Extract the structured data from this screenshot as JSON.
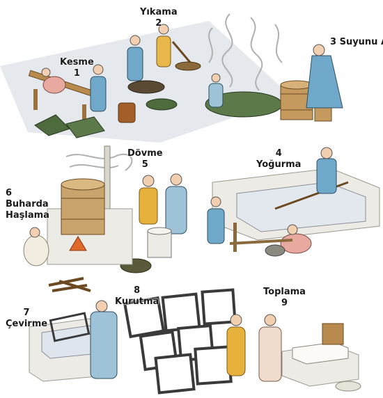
{
  "steps": [
    {
      "number": "1",
      "label": "Kesme"
    },
    {
      "number": "2",
      "label": "Yıkama"
    },
    {
      "number": "3",
      "label": "Suyunu Alma"
    },
    {
      "number": "4",
      "label": "Yoğurma"
    },
    {
      "number": "5",
      "label": "Dövme"
    },
    {
      "number": "6",
      "label": "Buharda Haşlama"
    },
    {
      "number": "7",
      "label": "Çevirme"
    },
    {
      "number": "8",
      "label": "Kurutma"
    },
    {
      "number": "9",
      "label": "Toplama"
    }
  ],
  "colors": {
    "ground": "#d8dde6",
    "stone": "#ece9e2",
    "wood": "#b98a4e",
    "robe_blue": "#6fa8c8",
    "robe_yellow": "#e7b23c",
    "robe_pink": "#e8a9a0",
    "foliage": "#4e6b3e",
    "steam": "#b0b0b0"
  }
}
